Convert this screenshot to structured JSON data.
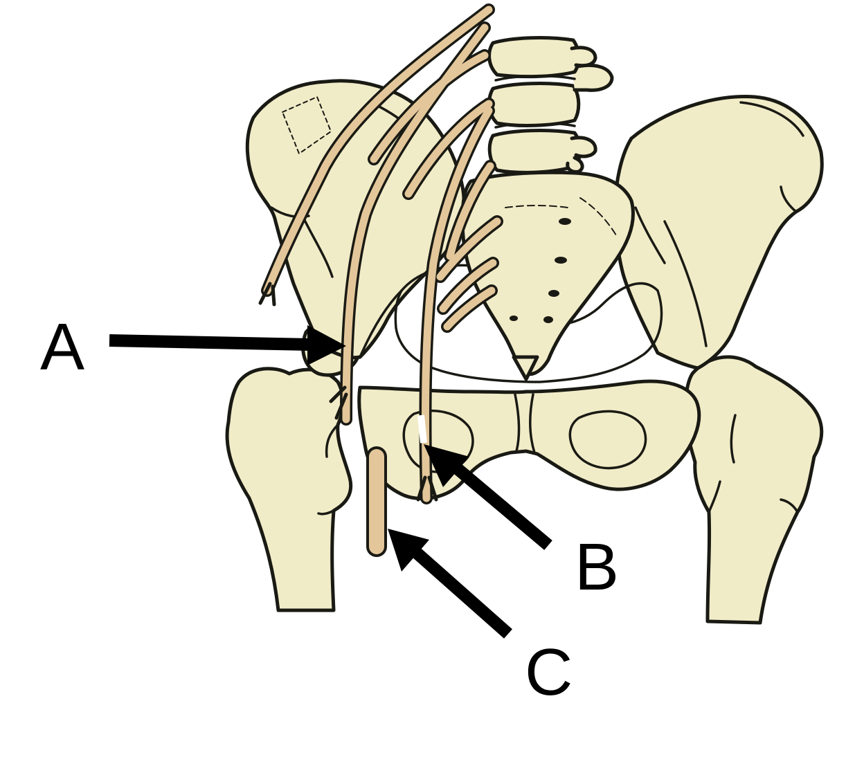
{
  "labels": {
    "a": "A",
    "b": "B",
    "c": "C"
  },
  "colors": {
    "background": "#ffffff",
    "bone": "#f1ecc8",
    "bone_outline": "#1a1a14",
    "nerve": "#e3c79a",
    "arrow": "#000000",
    "label": "#000000"
  }
}
